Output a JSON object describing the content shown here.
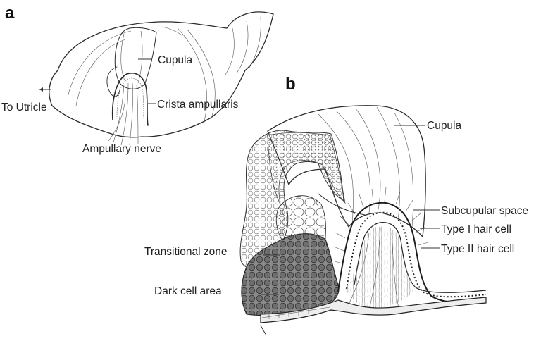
{
  "panels": {
    "a": {
      "letter": "a",
      "labels": {
        "cupula": "Cupula",
        "to_utricle": "To Utricle",
        "crista": "Crista ampullaris",
        "nerve": "Ampullary nerve"
      }
    },
    "b": {
      "letter": "b",
      "labels": {
        "cupula": "Cupula",
        "subcupular": "Subcupular space",
        "type1": "Type I hair cell",
        "type2": "Type II hair cell",
        "transitional": "Transitional zone",
        "dark_cell": "Dark cell area"
      }
    }
  }
}
